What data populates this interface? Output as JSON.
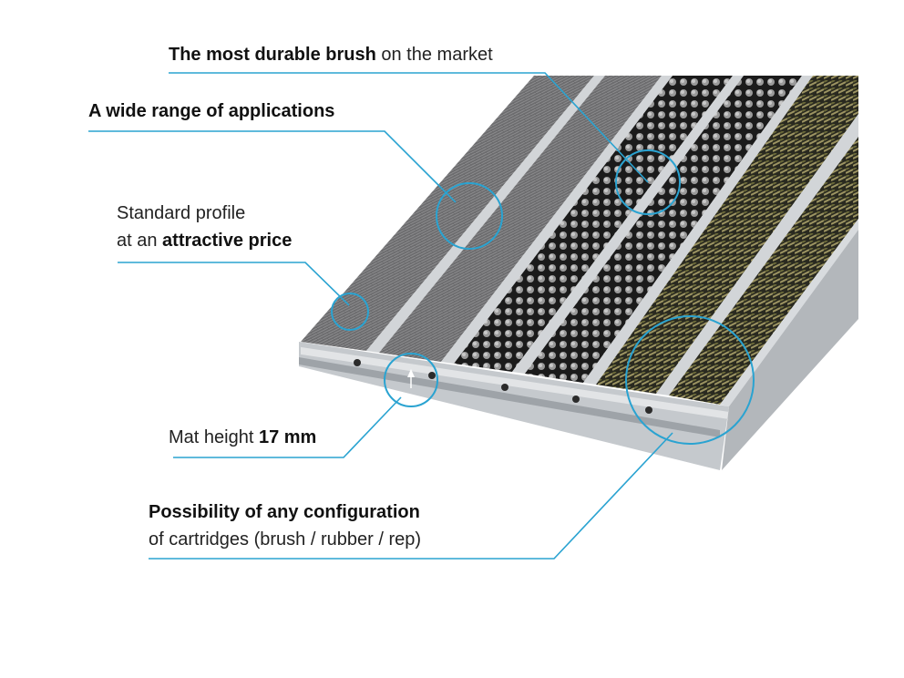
{
  "callouts": {
    "durable": {
      "bold": "The most durable brush",
      "rest": " on the market"
    },
    "applications": {
      "bold": "A wide range of applications"
    },
    "standard": {
      "line1": "Standard profile",
      "line2_plain": "at an ",
      "line2_bold": "attractive price"
    },
    "height": {
      "plain": "Mat height ",
      "bold": "17 mm"
    },
    "configuration": {
      "bold": "Possibility of any configuration",
      "line2": "of cartridges (brush / rubber / rep)"
    }
  },
  "colors": {
    "accent": "#2aa3d1",
    "aluminium": "#c9cdd1",
    "brush_grey": "#6e6e70",
    "rubber_black": "#1a1a1a",
    "rep_olive": "#6b6a3a"
  },
  "icons": {
    "height_marker": "up-arrow"
  }
}
